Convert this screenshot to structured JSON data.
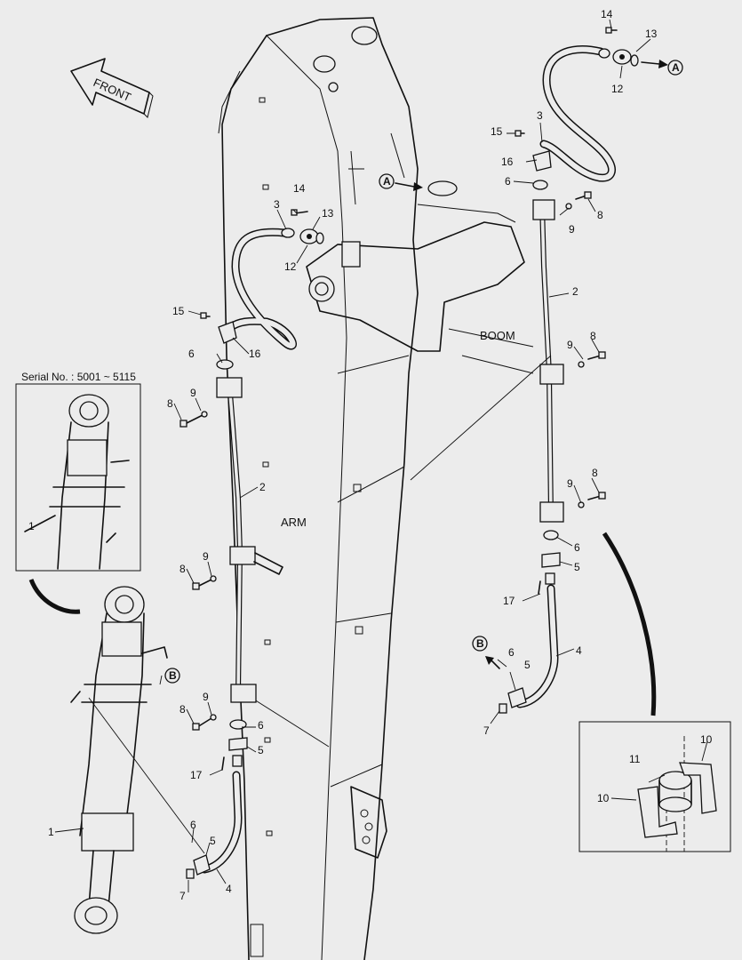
{
  "diagram": {
    "front_label": "FRONT",
    "serial_label": "Serial No. : 5001 ~ 5115",
    "boom_label": "BOOM",
    "arm_label": "ARM",
    "ref_a": "A",
    "ref_b": "B",
    "parts": {
      "p1": "1",
      "p2": "2",
      "p3": "3",
      "p4": "4",
      "p5": "5",
      "p6": "6",
      "p7": "7",
      "p8": "8",
      "p9": "9",
      "p10": "10",
      "p11": "11",
      "p12": "12",
      "p13": "13",
      "p14": "14",
      "p15": "15",
      "p16": "16",
      "p17": "17"
    }
  }
}
